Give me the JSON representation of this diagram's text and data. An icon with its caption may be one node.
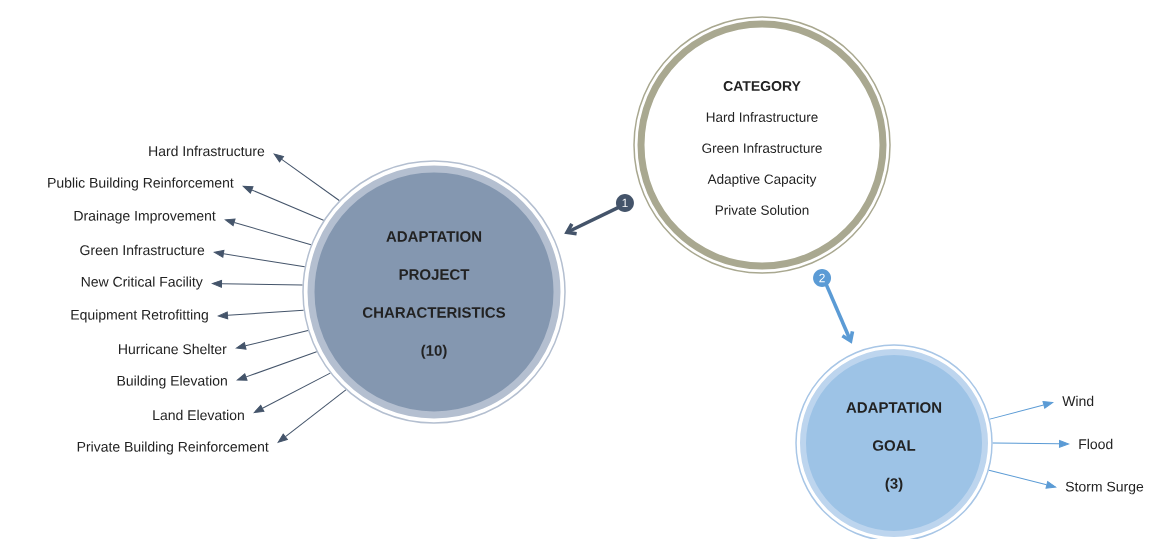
{
  "diagram": {
    "nodes": [
      {
        "text": [
          "CATEGORY",
          "Hard Infrastructure",
          "Green Infrastructure",
          "Adaptive Capacity",
          "Private Solution"
        ]
      },
      {
        "text": [
          "ADAPTATION PROJECT CHARACTERISTICS",
          "(10)"
        ]
      },
      {
        "text": [
          "ADAPTATION GOAL",
          "(3)"
        ]
      },
      {
        "text": [
          "Hard Infrastructure"
        ]
      },
      {
        "text": [
          "Public Building Reinforcement"
        ]
      },
      {
        "text": [
          "Drainage Improvement"
        ]
      },
      {
        "text": [
          "Green Infrastructure"
        ]
      },
      {
        "text": [
          "New Critical Facility"
        ]
      },
      {
        "text": [
          "Equipment Retrofitting"
        ]
      },
      {
        "text": [
          "Hurricane Shelter"
        ]
      },
      {
        "text": [
          "Building Elevation"
        ]
      },
      {
        "text": [
          "Land Elevation"
        ]
      },
      {
        "text": [
          "Private Building Reinforcement"
        ]
      },
      {
        "text": [
          "Wind"
        ]
      },
      {
        "text": [
          "Flood"
        ]
      },
      {
        "text": [
          "Storm Surge"
        ]
      }
    ],
    "edges": [
      {
        "from": 0,
        "to": 1,
        "arrow": "to",
        "label": "1",
        "style": "thick"
      },
      {
        "from": 0,
        "to": 2,
        "arrow": "to",
        "label": "2",
        "style": "thick",
        "color": "#5b9bd5"
      },
      {
        "from": 1,
        "to": 3,
        "arrow": "to"
      },
      {
        "from": 1,
        "to": 4,
        "arrow": "to"
      },
      {
        "from": 1,
        "to": 5,
        "arrow": "to"
      },
      {
        "from": 1,
        "to": 6,
        "arrow": "to"
      },
      {
        "from": 1,
        "to": 7,
        "arrow": "to"
      },
      {
        "from": 1,
        "to": 8,
        "arrow": "to"
      },
      {
        "from": 1,
        "to": 9,
        "arrow": "to"
      },
      {
        "from": 1,
        "to": 10,
        "arrow": "to"
      },
      {
        "from": 1,
        "to": 11,
        "arrow": "to"
      },
      {
        "from": 1,
        "to": 12,
        "arrow": "to"
      },
      {
        "from": 2,
        "to": 13,
        "arrow": "to",
        "color": "#5b9bd5"
      },
      {
        "from": 2,
        "to": 14,
        "arrow": "to",
        "color": "#5b9bd5"
      },
      {
        "from": 2,
        "to": 15,
        "arrow": "to",
        "color": "#5b9bd5"
      }
    ]
  }
}
